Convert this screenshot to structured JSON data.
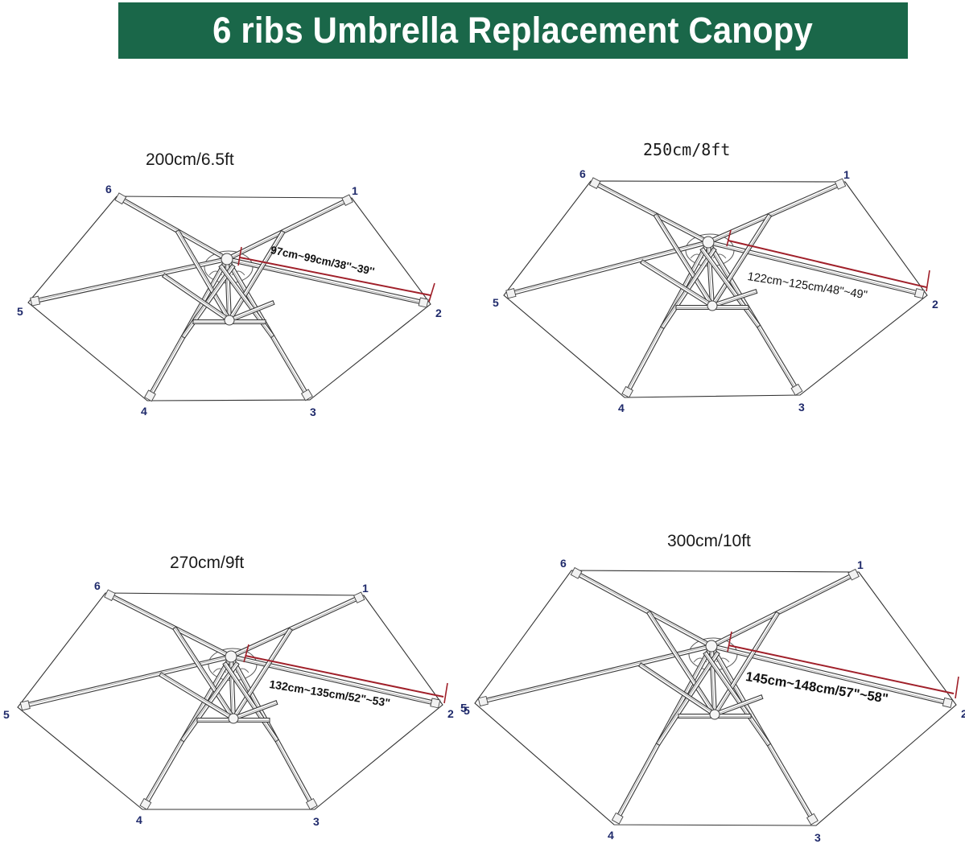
{
  "banner": {
    "title": "6 ribs Umbrella Replacement Canopy",
    "background_color": "#1a6749",
    "text_color": "#ffffff"
  },
  "colors": {
    "vertex_label": "#1f2a6b",
    "measure_line": "#a0202a",
    "outline": "#333333"
  },
  "vertex_labels": [
    "1",
    "2",
    "3",
    "4",
    "5",
    "6"
  ],
  "diagrams": [
    {
      "id": "d200",
      "size_label": "200cm/6.5ft",
      "measurement": "97cm~99cm/38''~39''",
      "rib_length_cm": [
        97,
        99
      ],
      "rib_length_in": [
        38,
        39
      ]
    },
    {
      "id": "d250",
      "size_label": "250cm/8ft",
      "measurement": "122cm~125cm/48\"~49\"",
      "rib_length_cm": [
        122,
        125
      ],
      "rib_length_in": [
        48,
        49
      ]
    },
    {
      "id": "d270",
      "size_label": "270cm/9ft",
      "measurement": "132cm~135cm/52\"~53\"",
      "rib_length_cm": [
        132,
        135
      ],
      "rib_length_in": [
        52,
        53
      ]
    },
    {
      "id": "d300",
      "size_label": "300cm/10ft",
      "measurement": "145cm~148cm/57\"~58\"",
      "rib_length_cm": [
        145,
        148
      ],
      "rib_length_in": [
        57,
        58
      ]
    }
  ],
  "stray_labels": {
    "d270_right": "5"
  }
}
